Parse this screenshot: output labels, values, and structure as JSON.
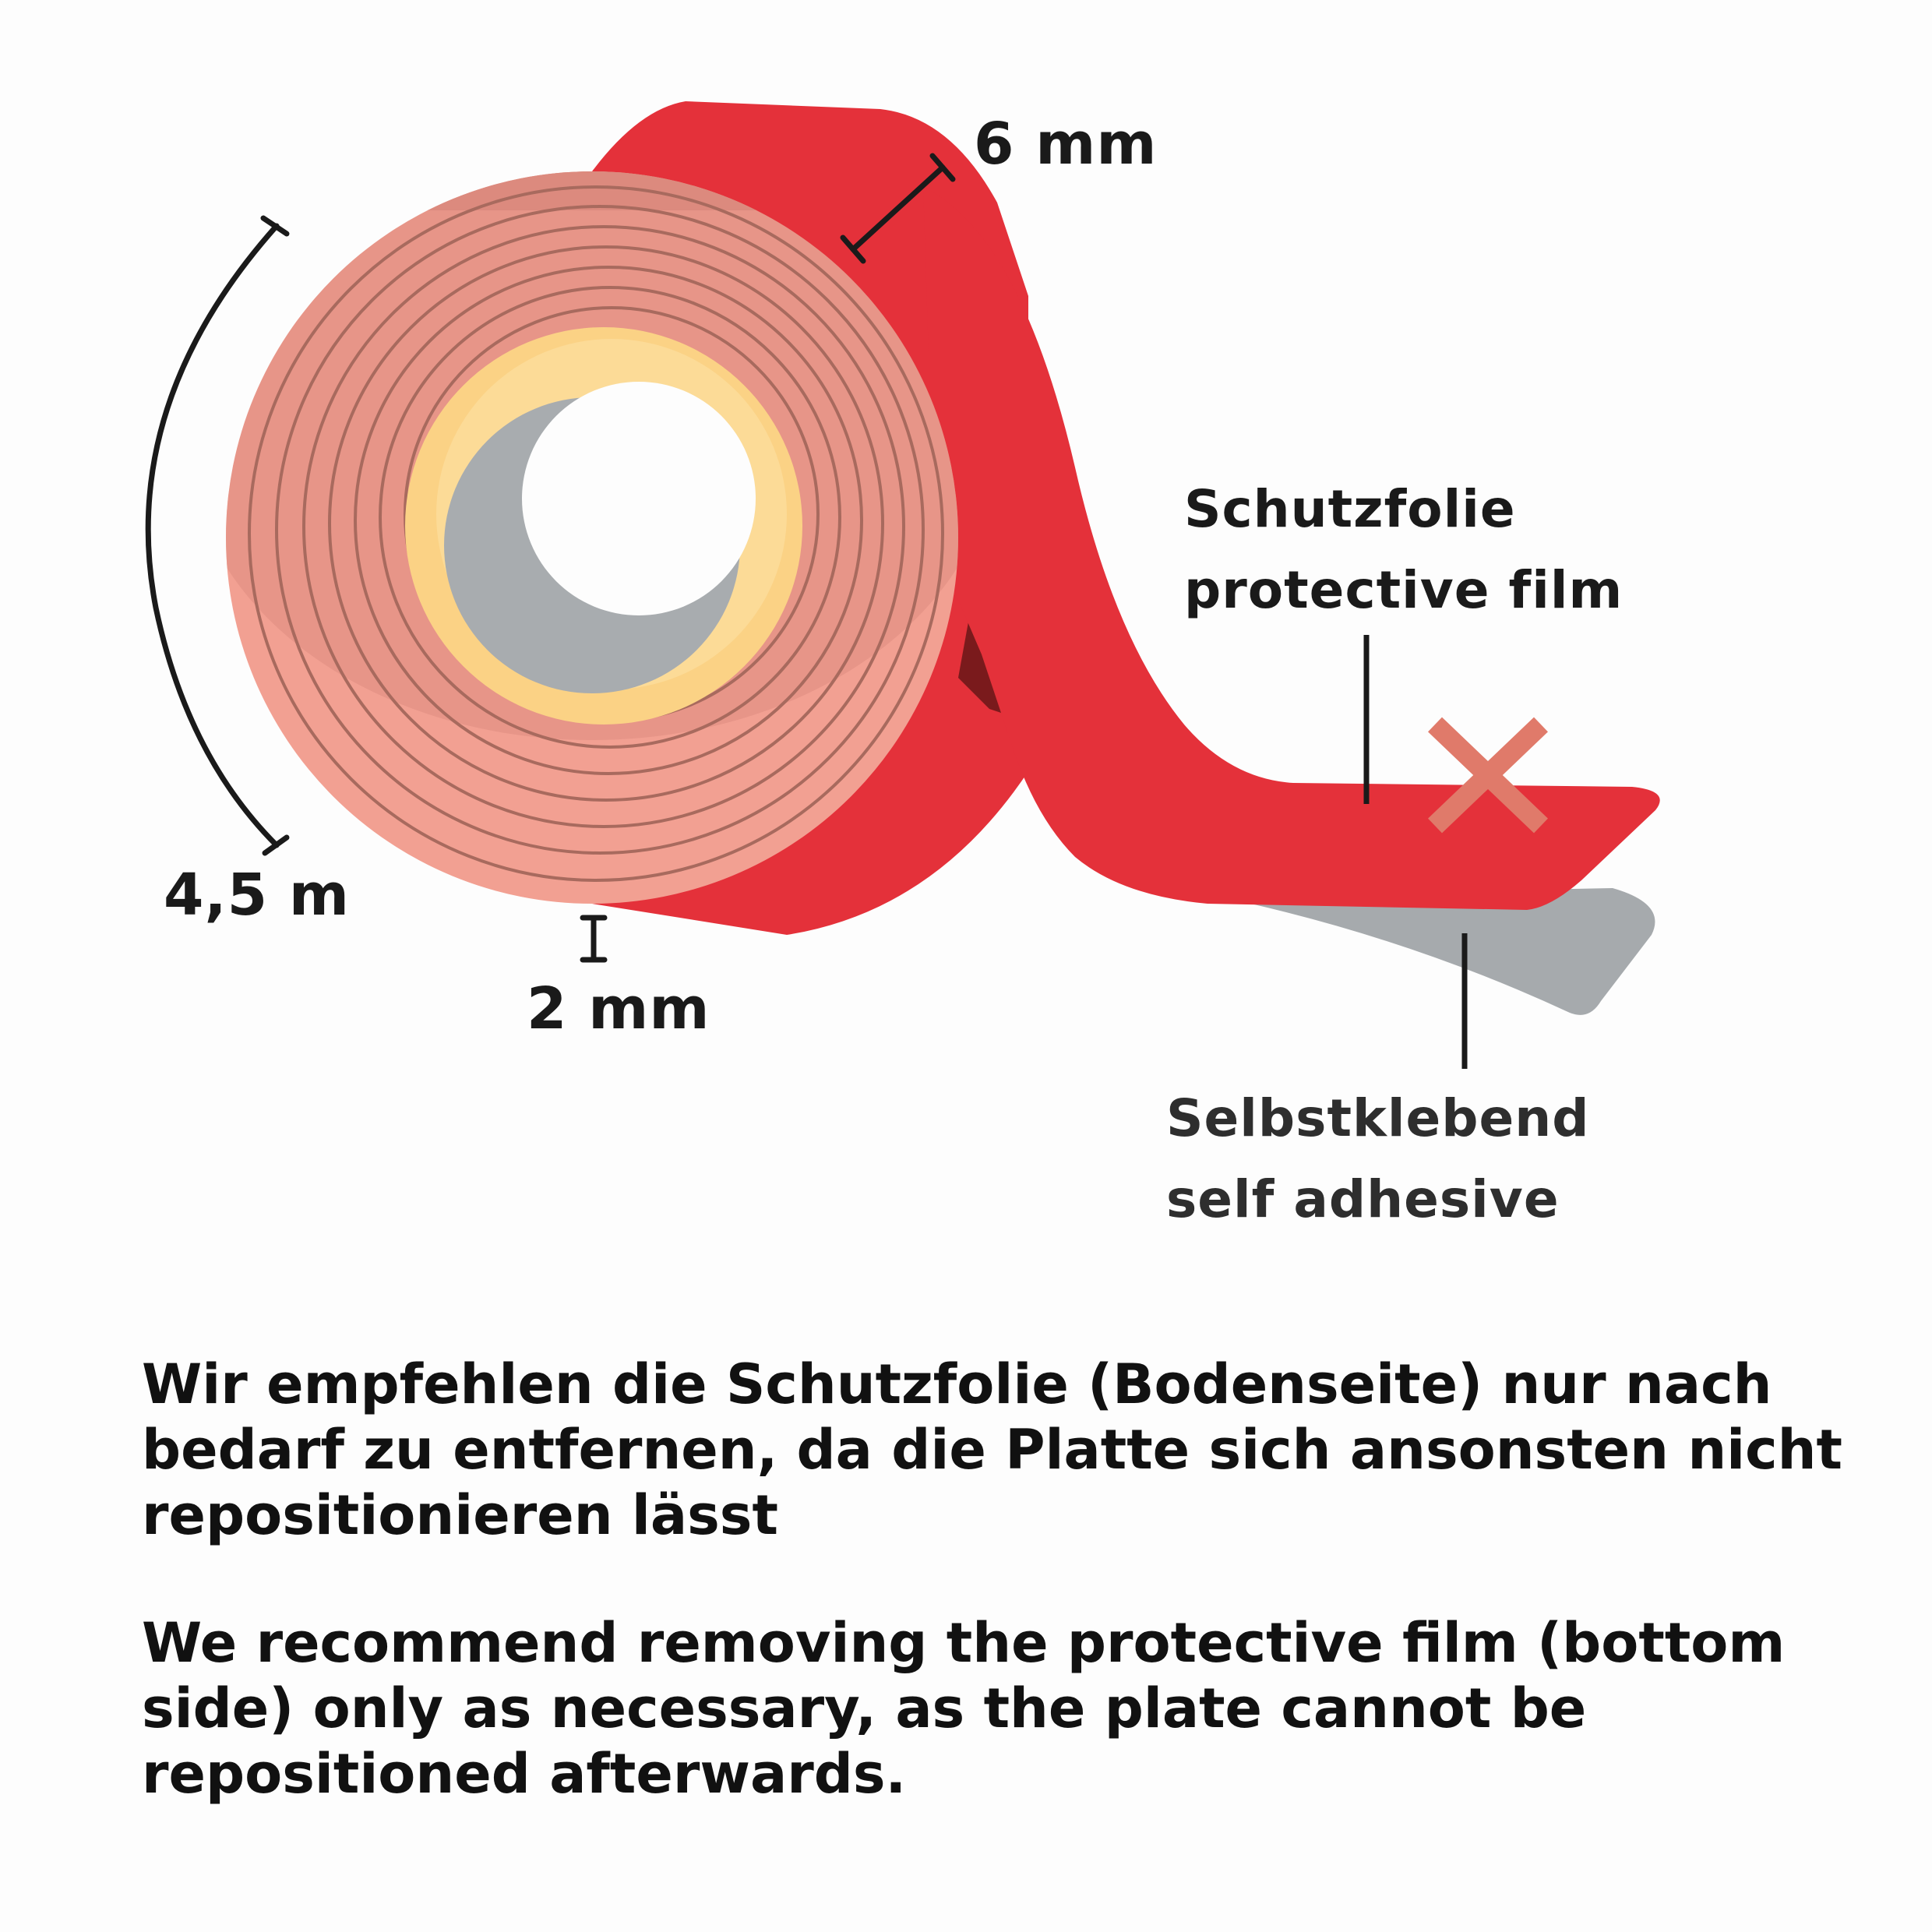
{
  "dimensions": {
    "width_label": "6 mm",
    "length_label": "4,5 m",
    "thickness_label": "2 mm"
  },
  "callouts": {
    "protective_film": {
      "de": "Schutzfolie",
      "en": "protective film"
    },
    "adhesive": {
      "de": "Selbstklebend",
      "en": "self adhesive"
    }
  },
  "notes": {
    "german": "Wir empfehlen die Schutzfolie (Bodenseite) nur nach bedarf zu entfernen, da die Platte sich ansonsten nicht repositionieren lässt",
    "english": "We recommend removing the protective film (bottom side) only as necessary, as the plate cannot be repositioned afterwards."
  },
  "colors": {
    "tape_red": "#e4313a",
    "tape_dark_red": "#7a1a1c",
    "roll_face": "#f2a092",
    "roll_top_shade": "#dc8a7e",
    "core_yellow": "#fbd285",
    "liner_grey": "#a6aaad",
    "cross_mark": "#e07a6a"
  },
  "icons": {
    "cross": "cross-mark-icon"
  }
}
